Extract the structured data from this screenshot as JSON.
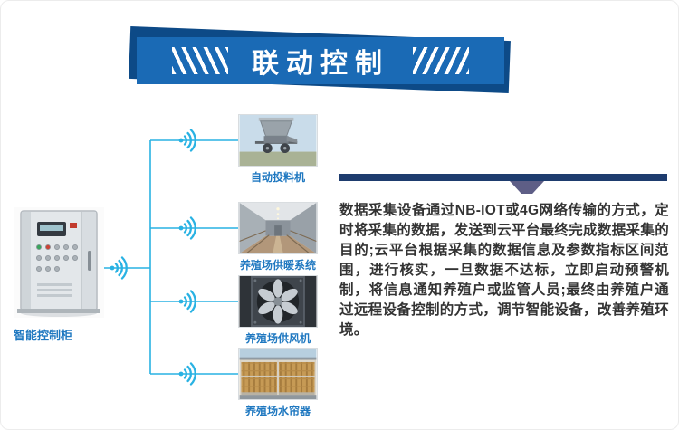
{
  "banner": {
    "title": "联动控制"
  },
  "cabinet": {
    "label": "智能控制柜"
  },
  "devices": [
    {
      "label": "自动投料机"
    },
    {
      "label": "养殖场供暖系统"
    },
    {
      "label": "养殖场供风机"
    },
    {
      "label": "养殖场水帘器"
    }
  ],
  "description": "数据采集设备通过NB-IOT或4G网络传输的方式，定时将采集的数据，发送到云平台最终完成数据采集的目的;云平台根据采集的数据信息及参数指标区间范围，进行核实，一旦数据不达标，立即启动预警机制，将信息通知养殖户或监管人员;最终由养殖户通过远程设备控制的方式，调节智能设备，改善养殖环境。",
  "icons": {
    "wifi": "wifi-signal-icon",
    "hatch_left": "diagonal-stripes-left",
    "hatch_right": "diagonal-stripes-right"
  },
  "colors": {
    "banner_front": "#1a6ab5",
    "banner_back": "#0d4a87",
    "line_cyan": "#29b2e3",
    "label_blue": "#1f78c0",
    "divider_bar": "#1e3c6e",
    "arrow_purple": "#5e5e86",
    "text": "#333333"
  }
}
